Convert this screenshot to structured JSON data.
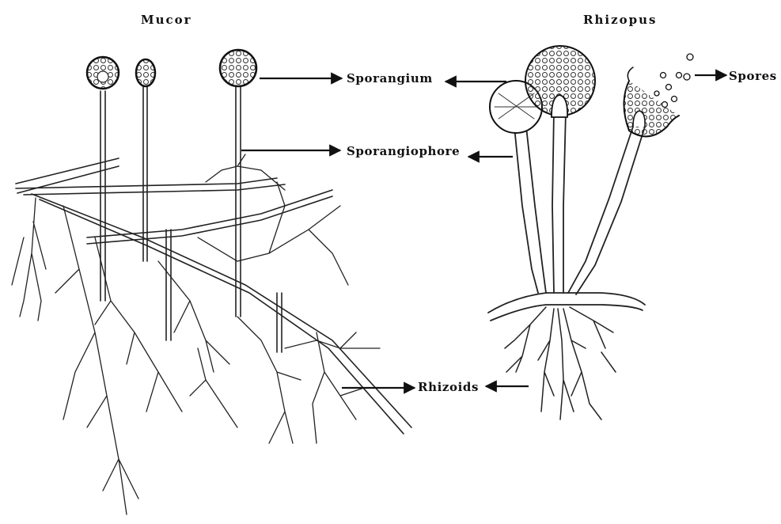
{
  "titles": {
    "left": "Mucor",
    "right": "Rhizopus"
  },
  "labels": {
    "sporangium": "Sporangium",
    "sporangiophore": "Sporangiophore",
    "spores": "Spores",
    "rhizoids": "Rhizoids"
  },
  "colors": {
    "ink": "#111111",
    "background": "#ffffff"
  }
}
